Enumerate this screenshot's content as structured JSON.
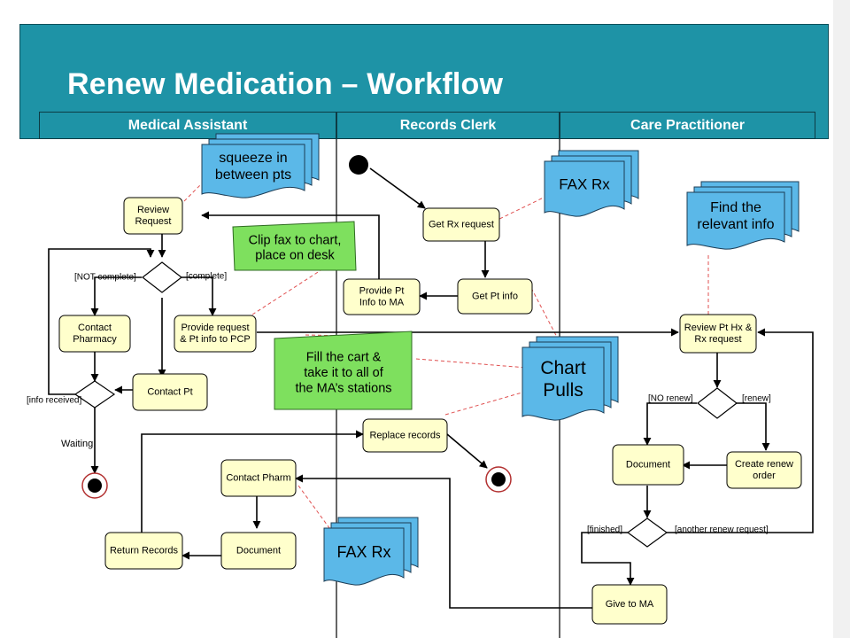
{
  "title": "Renew Medication – Workflow",
  "lanes": [
    "Medical Assistant",
    "Records Clerk",
    "Care Practitioner"
  ],
  "actions": {
    "review_request": [
      "Review",
      "Request"
    ],
    "contact_pharmacy": [
      "Contact",
      "Pharmacy"
    ],
    "provide_request": [
      "Provide request",
      "& Pt info to PCP"
    ],
    "contact_pt": [
      "Contact Pt"
    ],
    "get_rx_request": [
      "Get Rx request"
    ],
    "get_pt_info": [
      "Get Pt info"
    ],
    "provide_pt_info": [
      "Provide Pt",
      "Info to MA"
    ],
    "replace_records": [
      "Replace records"
    ],
    "contact_pharm": [
      "Contact Pharm"
    ],
    "document_ma": [
      "Document"
    ],
    "return_records": [
      "Return Records"
    ],
    "review_pt_hx": [
      "Review Pt Hx &",
      "Rx request"
    ],
    "document_cp": [
      "Document"
    ],
    "create_renew": [
      "Create renew",
      "order"
    ],
    "give_to_ma": [
      "Give to MA"
    ]
  },
  "guards": {
    "not_complete": "[NOT complete]",
    "complete": "[complete]",
    "info_received": "[info received]",
    "no_renew": "[NO renew]",
    "renew": "[renew]",
    "finished": "[finished]",
    "another": "[another renew request]",
    "waiting": "Waiting"
  },
  "notes": {
    "squeeze": [
      "squeeze in",
      "between pts"
    ],
    "fax_top": [
      "FAX Rx"
    ],
    "find_info": [
      "Find the",
      "relevant info"
    ],
    "chart_pulls": [
      "Chart",
      "Pulls"
    ],
    "fax_bottom": [
      "FAX Rx"
    ],
    "clip_fax": [
      "Clip fax to chart,",
      "place on desk"
    ],
    "fill_cart": [
      "Fill the cart &",
      "take it to all of",
      "the MA’s stations"
    ]
  },
  "colors": {
    "banner": "#1e93a6",
    "action_fill": "#ffffcc",
    "document_note": "#5bb8e8",
    "callout": "#7ee05e",
    "connector": "#e05050"
  }
}
